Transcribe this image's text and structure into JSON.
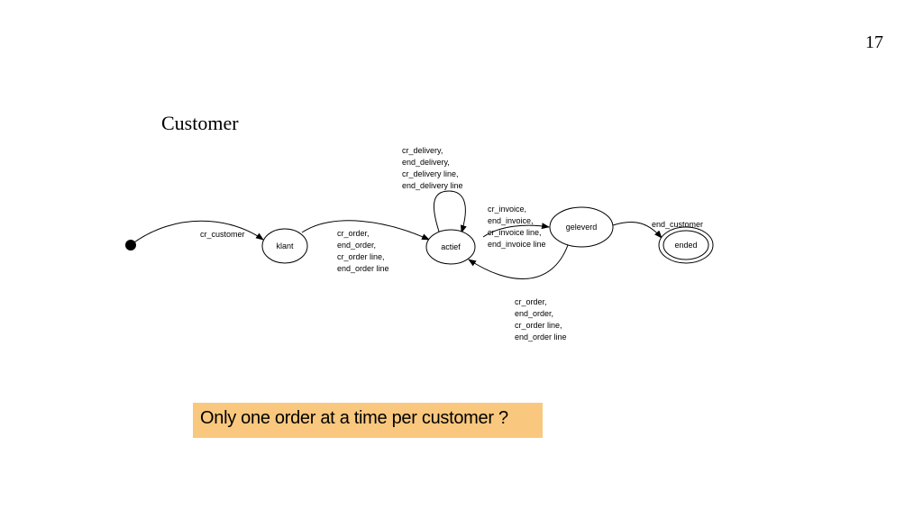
{
  "slide": {
    "number": "17",
    "title": "Customer",
    "callout": "Only one order at a time per customer ?"
  },
  "diagram": {
    "states": [
      {
        "id": "klant",
        "label": "klant"
      },
      {
        "id": "actief",
        "label": "actief"
      },
      {
        "id": "geleverd",
        "label": "geleverd"
      },
      {
        "id": "ended",
        "label": "ended",
        "final": true
      }
    ],
    "transitions": [
      {
        "id": "initial-to-klant",
        "lines": [
          "cr_customer"
        ]
      },
      {
        "id": "klant-to-actief",
        "lines": [
          "cr_order,",
          "end_order,",
          "cr_order line,",
          "end_order line"
        ]
      },
      {
        "id": "actief-self-loop",
        "lines": [
          "cr_delivery,",
          "end_delivery,",
          "cr_delivery line,",
          "end_delivery line"
        ]
      },
      {
        "id": "actief-to-geleverd",
        "lines": [
          "cr_invoice,",
          "end_invoice,",
          "cr_invoice line,",
          "end_invoice line"
        ]
      },
      {
        "id": "geleverd-to-actief",
        "lines": [
          "cr_order,",
          "end_order,",
          "cr_order line,",
          "end_order line"
        ]
      },
      {
        "id": "geleverd-to-ended",
        "lines": [
          "end_customer"
        ]
      }
    ]
  }
}
